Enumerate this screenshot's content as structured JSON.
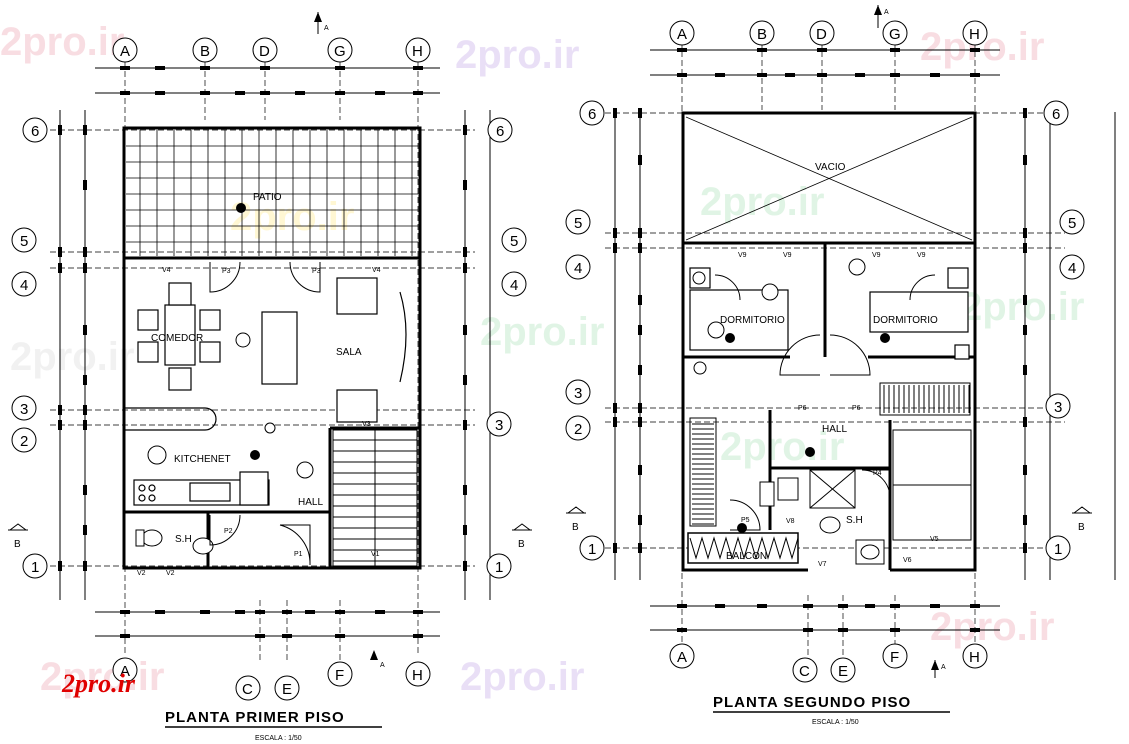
{
  "watermark": {
    "text": "2pro.ir",
    "logo_text": "2pro.ir",
    "color": "#f2c6d0",
    "logo_color": "#e00000"
  },
  "plan_first": {
    "title": "PLANTA PRIMER PISO",
    "scale": "ESCALA : 1/50",
    "grid_top": [
      "A",
      "B",
      "D",
      "G",
      "H"
    ],
    "grid_bottom": [
      "A",
      "C",
      "E",
      "F",
      "H"
    ],
    "grid_left": [
      "6",
      "5",
      "4",
      "3",
      "2",
      "1"
    ],
    "grid_right": [
      "6",
      "5",
      "4",
      "3",
      "1"
    ],
    "section_top": "A",
    "section_bottom": "A",
    "section_left": "B",
    "section_right": "B",
    "rooms": {
      "patio": "PATIO",
      "comedor": "COMEDOR",
      "sala": "SALA",
      "kitchenet": "KITCHENET",
      "hall": "HALL",
      "sh": "S.H"
    },
    "doors": [
      "P3",
      "P3",
      "P2",
      "P1"
    ],
    "windows": [
      "V4",
      "V4",
      "V3",
      "V2",
      "V2",
      "V1"
    ]
  },
  "plan_second": {
    "title": "PLANTA SEGUNDO PISO",
    "scale": "ESCALA : 1/50",
    "grid_top": [
      "A",
      "B",
      "D",
      "G",
      "H"
    ],
    "grid_bottom": [
      "A",
      "C",
      "E",
      "F",
      "H"
    ],
    "grid_left": [
      "6",
      "5",
      "4",
      "3",
      "2",
      "1"
    ],
    "grid_right": [
      "6",
      "5",
      "4",
      "3",
      "1"
    ],
    "section_top": "A",
    "section_bottom": "A",
    "section_left": "B",
    "section_right": "B",
    "rooms": {
      "vacio": "VACIO",
      "dorm_left": "DORMITORIO",
      "dorm_right": "DORMITORIO",
      "hall": "HALL",
      "balcon": "BALCON",
      "sh": "S.H"
    },
    "doors": [
      "P6",
      "P6",
      "P5",
      "P4"
    ],
    "windows": [
      "V9",
      "V9",
      "V9",
      "V9",
      "V8",
      "V7",
      "V6",
      "V5"
    ]
  }
}
